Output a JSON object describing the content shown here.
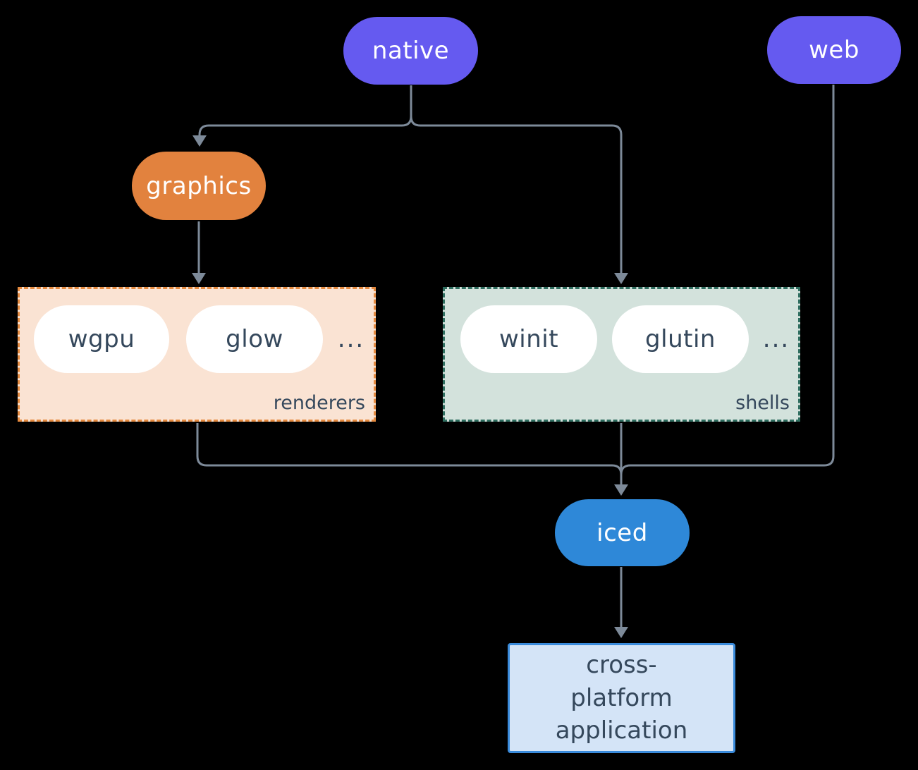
{
  "colors": {
    "background": "#000000",
    "line": "#7D8A99",
    "purple": "#655AF0",
    "orange": "#E2823E",
    "orange-border": "#E58A3F",
    "peach-bg": "#FAE3D3",
    "sage-bg": "#D3E2DC",
    "teal-border": "#2F6E60",
    "blue": "#2E88D8",
    "app-bg": "#D4E4F7",
    "app-border": "#3A8BDB",
    "pill-bg": "#FFFFFF",
    "dark-text": "#35485C",
    "light-text": "#FFFFFF"
  },
  "nodes": {
    "native": {
      "label": "native"
    },
    "web": {
      "label": "web"
    },
    "graphics": {
      "label": "graphics"
    },
    "iced": {
      "label": "iced"
    },
    "application": {
      "label": "cross-platform application"
    }
  },
  "groups": {
    "renderers": {
      "label": "renderers",
      "items": [
        "wgpu",
        "glow"
      ],
      "ellipsis": "..."
    },
    "shells": {
      "label": "shells",
      "items": [
        "winit",
        "glutin"
      ],
      "ellipsis": "..."
    }
  }
}
